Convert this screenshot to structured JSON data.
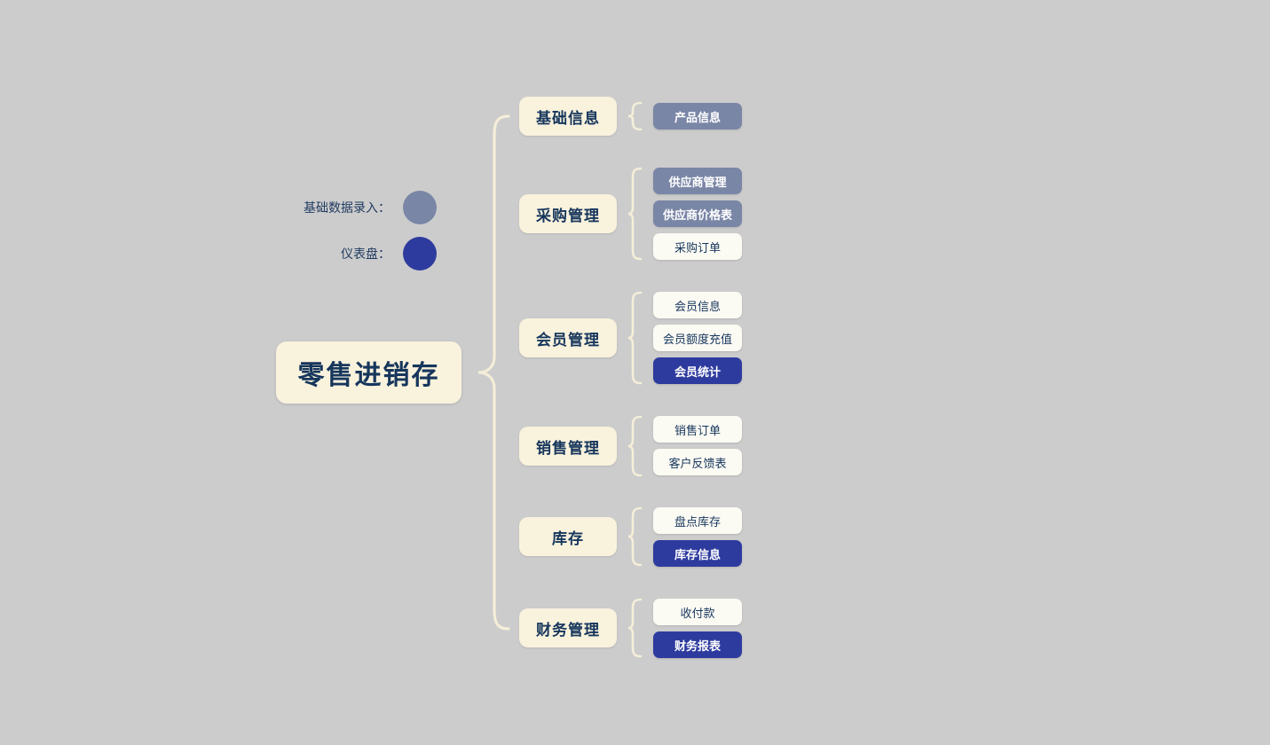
{
  "diagram": {
    "title": "零售进销存",
    "background_color": "#cccccc",
    "node_colors": {
      "root": "#f9f2dd",
      "branch": "#f9f2dd",
      "leaf_gray": "#7a86a6",
      "leaf_cream": "#fbfaf3",
      "leaf_navy": "#2e3b9e",
      "text_navy": "#16365c",
      "connector": "#f4eed8"
    }
  },
  "legend": {
    "items": [
      {
        "label": "基础数据录入：",
        "color": "#7a86a6",
        "style": "gray"
      },
      {
        "label": "仪表盘：",
        "color": "#2e3b9e",
        "style": "navy"
      }
    ]
  },
  "branches": [
    {
      "label": "基础信息",
      "leaves": [
        {
          "label": "产品信息",
          "style": "gray"
        }
      ]
    },
    {
      "label": "采购管理",
      "leaves": [
        {
          "label": "供应商管理",
          "style": "gray"
        },
        {
          "label": "供应商价格表",
          "style": "gray"
        },
        {
          "label": "采购订单",
          "style": "cream"
        }
      ]
    },
    {
      "label": "会员管理",
      "leaves": [
        {
          "label": "会员信息",
          "style": "cream"
        },
        {
          "label": "会员额度充值",
          "style": "cream"
        },
        {
          "label": "会员统计",
          "style": "navy"
        }
      ]
    },
    {
      "label": "销售管理",
      "leaves": [
        {
          "label": "销售订单",
          "style": "cream"
        },
        {
          "label": "客户反馈表",
          "style": "cream"
        }
      ]
    },
    {
      "label": "库存",
      "leaves": [
        {
          "label": "盘点库存",
          "style": "cream"
        },
        {
          "label": "库存信息",
          "style": "navy"
        }
      ]
    },
    {
      "label": "财务管理",
      "leaves": [
        {
          "label": "收付款",
          "style": "cream"
        },
        {
          "label": "财务报表",
          "style": "navy"
        }
      ]
    }
  ]
}
